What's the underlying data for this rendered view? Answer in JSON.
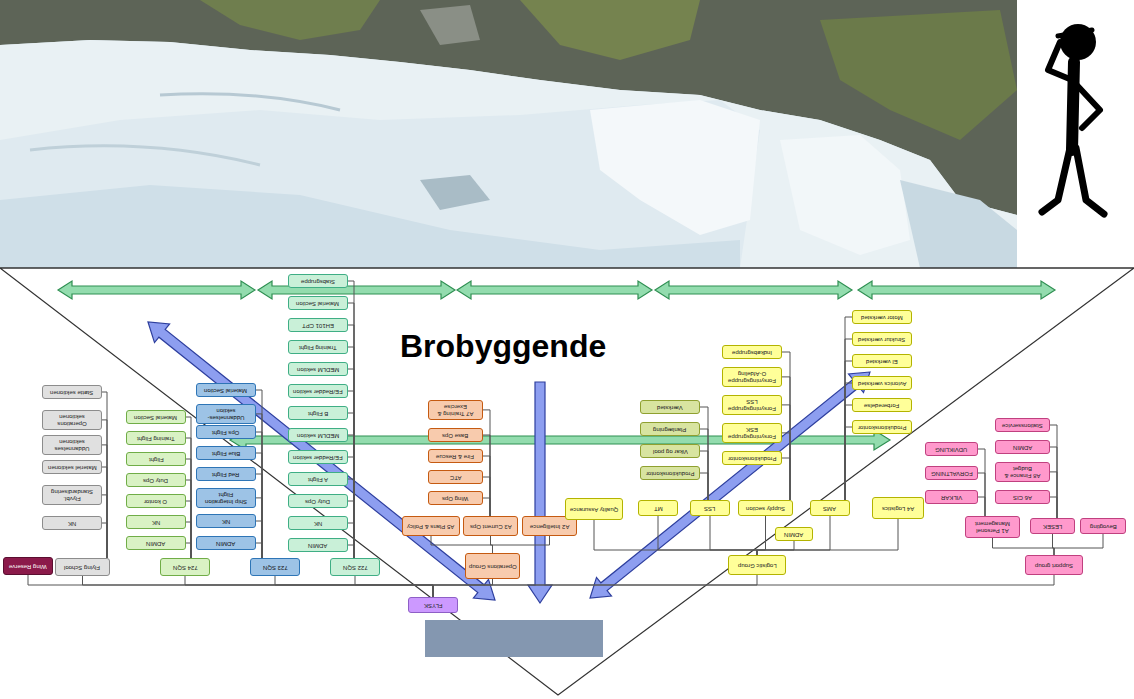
{
  "diagram": {
    "nodes": [
      {
        "text": [
          "FLYSK"
        ]
      },
      {
        "text": [
          "Wing Reserve"
        ]
      },
      {
        "text": [
          "Flying School"
        ]
      },
      {
        "text": [
          "724 SQN"
        ]
      },
      {
        "text": [
          "723 SQN"
        ]
      },
      {
        "text": [
          "722 SQN"
        ]
      },
      {
        "text": [
          "Operations Group"
        ]
      },
      {
        "text": [
          "Logistic Group"
        ]
      },
      {
        "text": [
          "Support group"
        ]
      },
      {
        "text": [
          "Støtte sektionen"
        ]
      },
      {
        "text": [
          "Operations sektionen"
        ]
      },
      {
        "text": [
          "Uddannelses sektionen"
        ]
      },
      {
        "text": [
          "Materiel sektionen"
        ]
      },
      {
        "text": [
          "Flyvbl. Standardisering"
        ]
      },
      {
        "text": [
          "NK"
        ]
      },
      {
        "text": [
          "Material Section"
        ]
      },
      {
        "text": [
          "Training Flight"
        ]
      },
      {
        "text": [
          "Flight"
        ]
      },
      {
        "text": [
          "Duty Ops"
        ]
      },
      {
        "text": [
          "O kontor"
        ]
      },
      {
        "text": [
          "NK"
        ]
      },
      {
        "text": [
          "ADMIN"
        ]
      },
      {
        "text": [
          "Material Section"
        ]
      },
      {
        "text": [
          "Uddannelses-sektion"
        ]
      },
      {
        "text": [
          "Ops Flight"
        ]
      },
      {
        "text": [
          "Blue Flight"
        ]
      },
      {
        "text": [
          "Red Flight"
        ]
      },
      {
        "text": [
          "Ship Integration Flight"
        ]
      },
      {
        "text": [
          "NK"
        ]
      },
      {
        "text": [
          "ADMIN"
        ]
      },
      {
        "text": [
          "Stabsgruppe"
        ]
      },
      {
        "text": [
          "Material Section"
        ]
      },
      {
        "text": [
          "EH101 CPT"
        ]
      },
      {
        "text": [
          "Training Flight"
        ]
      },
      {
        "text": [
          "MEDLM sektion"
        ]
      },
      {
        "text": [
          "FE/Redder sektion"
        ]
      },
      {
        "text": [
          "B Flight"
        ]
      },
      {
        "text": [
          "MEDLM sektion"
        ]
      },
      {
        "text": [
          "FE/Redder sektion"
        ]
      },
      {
        "text": [
          "A Flight"
        ]
      },
      {
        "text": [
          "Duty Ops"
        ]
      },
      {
        "text": [
          "NK"
        ]
      },
      {
        "text": [
          "ADMIN"
        ]
      },
      {
        "text": [
          "A5 Plans & Policy"
        ]
      },
      {
        "text": [
          "A3 Current Ops"
        ]
      },
      {
        "text": [
          "A2 Intelligence"
        ]
      },
      {
        "text": [
          "A7 Training & Exercise"
        ]
      },
      {
        "text": [
          "Base Ops"
        ]
      },
      {
        "text": [
          "Fire & Rescue"
        ]
      },
      {
        "text": [
          "ATC"
        ]
      },
      {
        "text": [
          "Wing Ops"
        ]
      },
      {
        "text": [
          "Quality Assurance"
        ]
      },
      {
        "text": [
          "MT"
        ]
      },
      {
        "text": [
          "LSS"
        ]
      },
      {
        "text": [
          "Supply section"
        ]
      },
      {
        "text": [
          "ADMIN"
        ]
      },
      {
        "text": [
          "AMS"
        ]
      },
      {
        "text": [
          "A4 Logistics"
        ]
      },
      {
        "text": [
          "Værksted"
        ]
      },
      {
        "text": [
          "Planlægning"
        ]
      },
      {
        "text": [
          "Vikar og pool"
        ]
      },
      {
        "text": [
          "Produktionskontor"
        ]
      },
      {
        "text": [
          "Indkøbsgruppe"
        ]
      },
      {
        "text": [
          "Forsyningsgruppe O-Afdeling"
        ]
      },
      {
        "text": [
          "Forsyningsgruppe LSS"
        ]
      },
      {
        "text": [
          "Forsyningsgruppe ESK"
        ]
      },
      {
        "text": [
          "Produktionskontor"
        ]
      },
      {
        "text": [
          "Motor værksted"
        ]
      },
      {
        "text": [
          "Struktur værksted"
        ]
      },
      {
        "text": [
          "El værksted"
        ]
      },
      {
        "text": [
          "Avionics værksted"
        ]
      },
      {
        "text": [
          "Forberedelse"
        ]
      },
      {
        "text": [
          "Produktionskontor"
        ]
      },
      {
        "text": [
          "A1 Personel Management"
        ]
      },
      {
        "text": [
          "LESEK"
        ]
      },
      {
        "text": [
          "Bevogting"
        ]
      },
      {
        "text": [
          "Stationsservice"
        ]
      },
      {
        "text": [
          "ADMIN"
        ]
      },
      {
        "text": [
          "A8 Finance & Budget"
        ]
      },
      {
        "text": [
          "A6 CIS"
        ]
      },
      {
        "text": [
          "UDVIKLING"
        ]
      },
      {
        "text": [
          "FORVALTNING"
        ]
      },
      {
        "text": [
          "VILKAR"
        ]
      }
    ],
    "edges": [
      {
        "from": 0,
        "to": 1,
        "arrow": "none"
      },
      {
        "from": 0,
        "to": 2,
        "arrow": "none"
      },
      {
        "from": 0,
        "to": 3,
        "arrow": "none"
      },
      {
        "from": 0,
        "to": 4,
        "arrow": "none"
      },
      {
        "from": 0,
        "to": 5,
        "arrow": "none"
      },
      {
        "from": 0,
        "to": 6,
        "arrow": "none"
      },
      {
        "from": 0,
        "to": 7,
        "arrow": "none"
      },
      {
        "from": 0,
        "to": 8,
        "arrow": "none"
      },
      {
        "from": 2,
        "to": 9,
        "arrow": "none"
      },
      {
        "from": 2,
        "to": 10,
        "arrow": "none"
      },
      {
        "from": 2,
        "to": 11,
        "arrow": "none"
      },
      {
        "from": 2,
        "to": 12,
        "arrow": "none"
      },
      {
        "from": 2,
        "to": 13,
        "arrow": "none"
      },
      {
        "from": 2,
        "to": 14,
        "arrow": "none"
      },
      {
        "from": 3,
        "to": 15,
        "arrow": "none"
      },
      {
        "from": 3,
        "to": 16,
        "arrow": "none"
      },
      {
        "from": 3,
        "to": 17,
        "arrow": "none"
      },
      {
        "from": 3,
        "to": 18,
        "arrow": "none"
      },
      {
        "from": 3,
        "to": 19,
        "arrow": "none"
      },
      {
        "from": 3,
        "to": 20,
        "arrow": "none"
      },
      {
        "from": 3,
        "to": 21,
        "arrow": "none"
      },
      {
        "from": 4,
        "to": 22,
        "arrow": "none"
      },
      {
        "from": 4,
        "to": 23,
        "arrow": "none"
      },
      {
        "from": 4,
        "to": 24,
        "arrow": "none"
      },
      {
        "from": 4,
        "to": 25,
        "arrow": "none"
      },
      {
        "from": 4,
        "to": 26,
        "arrow": "none"
      },
      {
        "from": 4,
        "to": 27,
        "arrow": "none"
      },
      {
        "from": 4,
        "to": 28,
        "arrow": "none"
      },
      {
        "from": 4,
        "to": 29,
        "arrow": "none"
      },
      {
        "from": 5,
        "to": 30,
        "arrow": "none"
      },
      {
        "from": 5,
        "to": 31,
        "arrow": "none"
      },
      {
        "from": 5,
        "to": 32,
        "arrow": "none"
      },
      {
        "from": 5,
        "to": 33,
        "arrow": "none"
      },
      {
        "from": 5,
        "to": 34,
        "arrow": "none"
      },
      {
        "from": 5,
        "to": 35,
        "arrow": "none"
      },
      {
        "from": 5,
        "to": 36,
        "arrow": "none"
      },
      {
        "from": 5,
        "to": 37,
        "arrow": "none"
      },
      {
        "from": 5,
        "to": 38,
        "arrow": "none"
      },
      {
        "from": 5,
        "to": 39,
        "arrow": "none"
      },
      {
        "from": 5,
        "to": 40,
        "arrow": "none"
      },
      {
        "from": 5,
        "to": 41,
        "arrow": "none"
      },
      {
        "from": 5,
        "to": 42,
        "arrow": "none"
      },
      {
        "from": 6,
        "to": 43,
        "arrow": "none"
      },
      {
        "from": 6,
        "to": 44,
        "arrow": "none"
      },
      {
        "from": 6,
        "to": 45,
        "arrow": "none"
      },
      {
        "from": 44,
        "to": 46,
        "arrow": "none"
      },
      {
        "from": 44,
        "to": 47,
        "arrow": "none"
      },
      {
        "from": 44,
        "to": 48,
        "arrow": "none"
      },
      {
        "from": 44,
        "to": 49,
        "arrow": "none"
      },
      {
        "from": 44,
        "to": 50,
        "arrow": "none"
      },
      {
        "from": 7,
        "to": 51,
        "arrow": "none"
      },
      {
        "from": 7,
        "to": 52,
        "arrow": "none"
      },
      {
        "from": 7,
        "to": 53,
        "arrow": "none"
      },
      {
        "from": 7,
        "to": 54,
        "arrow": "none"
      },
      {
        "from": 7,
        "to": 55,
        "arrow": "none"
      },
      {
        "from": 7,
        "to": 56,
        "arrow": "none"
      },
      {
        "from": 7,
        "to": 57,
        "arrow": "none"
      },
      {
        "from": 53,
        "to": 58,
        "arrow": "none"
      },
      {
        "from": 53,
        "to": 59,
        "arrow": "none"
      },
      {
        "from": 53,
        "to": 60,
        "arrow": "none"
      },
      {
        "from": 53,
        "to": 61,
        "arrow": "none"
      },
      {
        "from": 54,
        "to": 62,
        "arrow": "none"
      },
      {
        "from": 54,
        "to": 63,
        "arrow": "none"
      },
      {
        "from": 54,
        "to": 64,
        "arrow": "none"
      },
      {
        "from": 54,
        "to": 65,
        "arrow": "none"
      },
      {
        "from": 54,
        "to": 66,
        "arrow": "none"
      },
      {
        "from": 56,
        "to": 67,
        "arrow": "none"
      },
      {
        "from": 56,
        "to": 68,
        "arrow": "none"
      },
      {
        "from": 56,
        "to": 69,
        "arrow": "none"
      },
      {
        "from": 56,
        "to": 70,
        "arrow": "none"
      },
      {
        "from": 56,
        "to": 71,
        "arrow": "none"
      },
      {
        "from": 56,
        "to": 72,
        "arrow": "none"
      },
      {
        "from": 8,
        "to": 73,
        "arrow": "none"
      },
      {
        "from": 8,
        "to": 74,
        "arrow": "none"
      },
      {
        "from": 8,
        "to": 75,
        "arrow": "none"
      },
      {
        "from": 74,
        "to": 76,
        "arrow": "none"
      },
      {
        "from": 74,
        "to": 77,
        "arrow": "none"
      },
      {
        "from": 74,
        "to": 78,
        "arrow": "none"
      },
      {
        "from": 74,
        "to": 79,
        "arrow": "none"
      },
      {
        "from": 73,
        "to": 80,
        "arrow": "none"
      },
      {
        "from": 73,
        "to": 81,
        "arrow": "none"
      },
      {
        "from": 73,
        "to": 82,
        "arrow": "none"
      }
    ],
    "labels": [
      "Brobyggende"
    ]
  }
}
